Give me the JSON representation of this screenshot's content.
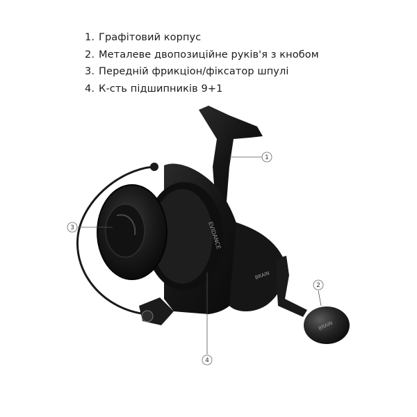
{
  "features": [
    {
      "num": "1.",
      "text": "Графітовий корпус"
    },
    {
      "num": "2.",
      "text": "Металеве двопозиційне руків'я з кнобом"
    },
    {
      "num": "3.",
      "text": "Передній фрикціон/фіксатор шпулі"
    },
    {
      "num": "4.",
      "text": "К-сть підшипників 9+1"
    }
  ],
  "callouts": {
    "c1": "1",
    "c2": "2",
    "c3": "3",
    "c4": "4"
  },
  "reel": {
    "brand": "BRAIN",
    "model": "EVIDANCE",
    "knob_brand": "BRAIN"
  },
  "colors": {
    "reel_body": "#141414",
    "reel_highlight": "#4a4a4a",
    "callout_line": "#555555"
  }
}
